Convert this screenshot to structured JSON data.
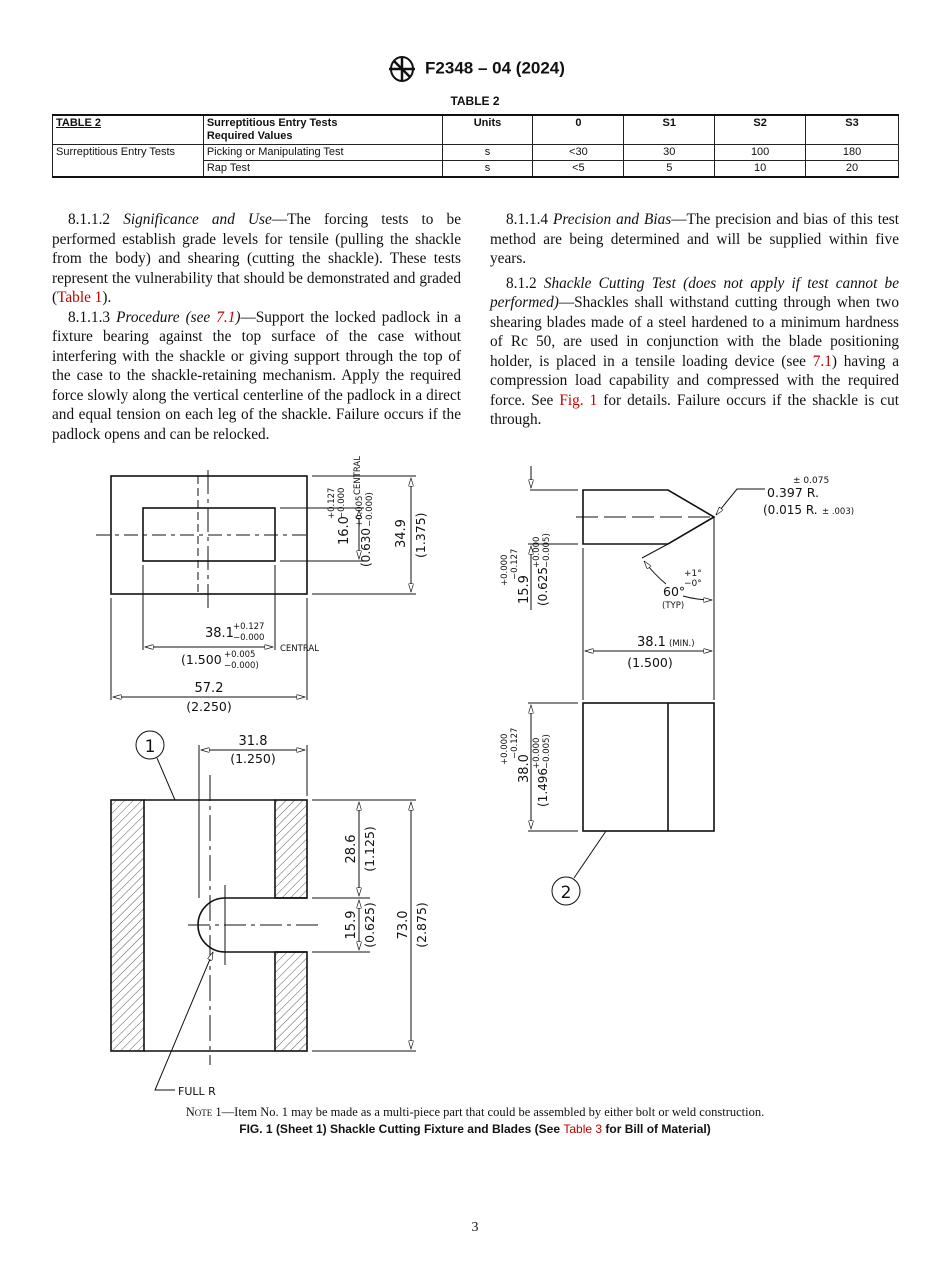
{
  "header": {
    "logo": "ASTM",
    "designation": "F2348 – 04 (2024)"
  },
  "table2": {
    "title": "TABLE 2",
    "headers": [
      "TABLE 2",
      "Surreptitious Entry Tests",
      "Required Values",
      "Units",
      "0",
      "S1",
      "S2",
      "S3"
    ],
    "group_label": "Surreptitious Entry Tests",
    "rows": [
      {
        "test": "Picking or Manipulating Test",
        "units": "s",
        "v0": "<30",
        "s1": "30",
        "s2": "100",
        "s3": "180"
      },
      {
        "test": "Rap Test",
        "units": "s",
        "v0": "<5",
        "s1": "5",
        "s2": "10",
        "s3": "20"
      }
    ]
  },
  "left_column": {
    "p1": {
      "num": "8.1.1.2 ",
      "title": "Significance and Use",
      "body": "—The forcing tests to be performed establish grade levels for tensile (pulling the shackle from the body) and shearing (cutting the shackle). These tests represent the vulnerability that should be demonstrated and graded (",
      "link": "Table 1",
      "end": ")."
    },
    "p2": {
      "num": "8.1.1.3 ",
      "title_pre": "Procedure (see ",
      "link": "7.1",
      "title_post": ")",
      "body": "—Support the locked padlock in a fixture bearing against the top surface of the case without interfering with the shackle or giving support through the top of the case to the shackle-retaining mechanism. Apply the required force slowly along the vertical centerline of the padlock in a direct and equal tension on each leg of the shackle. Failure occurs if the padlock opens and can be relocked."
    }
  },
  "right_column": {
    "p1": {
      "num": "8.1.1.4 ",
      "title": "Precision and Bias",
      "body": "—The precision and bias of this test method are being determined and will be supplied within five years."
    },
    "p2": {
      "num": "8.1.2 ",
      "title": "Shackle Cutting Test (does not apply if test cannot be performed)",
      "body1": "—Shackles shall withstand cutting through when two shearing blades made of a steel hardened to a minimum hardness of Rc 50, are used in conjunction with the blade positioning holder, is placed in a tensile loading device (see ",
      "link1": "7.1",
      "body2": ") having a compression load capability and compressed with the required force. See ",
      "link2": "Fig. 1",
      "body3": " for details. Failure occurs if the shackle is cut through."
    }
  },
  "figure": {
    "top_view": {
      "d_16": "16.0",
      "d_16_tol_plus": "+0.127",
      "d_16_tol_minus": "−0.000",
      "d_16_in": "(0.630",
      "d_16_in_tol_plus": "+0.005",
      "d_16_in_tol_minus": "−0.000)",
      "central": "CENTRAL",
      "d_349": "34.9",
      "d_349_in": "(1.375)",
      "d_381": "38.1",
      "d_381_tol_plus": "+0.127",
      "d_381_tol_minus": "−0.000",
      "d_381_in": "(1.500",
      "d_381_in_tol_plus": "+0.005",
      "d_381_in_tol_minus": "−0.000)",
      "d_572": "57.2",
      "d_572_in": "(2.250)"
    },
    "fixture": {
      "item": "1",
      "d_318": "31.8",
      "d_318_in": "(1.250)",
      "d_286": "28.6",
      "d_286_in": "(1.125)",
      "d_159": "15.9",
      "d_159_in": "(0.625)",
      "d_730": "73.0",
      "d_730_in": "(2.875)",
      "full_r": "FULL R"
    },
    "blade": {
      "item": "2",
      "r_tol": "± 0.075",
      "r": "0.397 R.",
      "r_in": "(0.015 R.",
      "r_in_tol": "± .003)",
      "ang": "60°",
      "ang_plus": "+1°",
      "ang_minus": "−0°",
      "typ": "(TYP)",
      "d_381": "38.1",
      "min": "(MIN.)",
      "d_381_in": "(1.500)",
      "d_159": "15.9",
      "d_159_tol_plus": "+0.000",
      "d_159_tol_minus": "−0.127",
      "d_159_in": "(0.625",
      "d_159_in_tol_plus": "+0.000",
      "d_159_in_tol_minus": "−0.005)",
      "d_380": "38.0",
      "d_380_tol_plus": "+0.000",
      "d_380_tol_minus": "−0.127",
      "d_380_in": "(1.496",
      "d_380_in_tol_plus": "+0.000",
      "d_380_in_tol_minus": "−0.005)"
    },
    "note_label": "Note 1",
    "note": "—Item No. 1 may be made as a multi-piece part that could be assembled by either bolt or weld construction.",
    "caption_pre": "FIG. 1 (Sheet 1) Shackle Cutting Fixture and Blades (See ",
    "caption_link": "Table 3",
    "caption_post": " for Bill of Material)"
  },
  "page_number": "3"
}
